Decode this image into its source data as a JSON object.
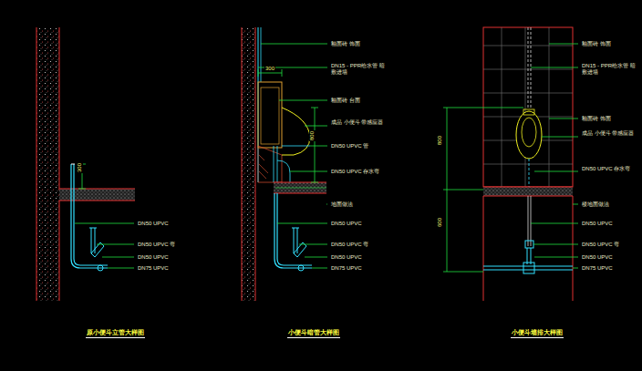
{
  "diagram": {
    "labels": [
      "300",
      "DN50 UPVC",
      "DN50 UPVC 弯",
      "DN50 UPVC",
      "DN75 UPVC",
      "釉面砖 饰面",
      "DN15 - PPR给水管 暗敷进墙",
      "300",
      "釉面砖 台面",
      "成品 小便斗 带感应器",
      "800",
      "DN50 UPVC 管",
      "DN50 UPVC 存水弯",
      "地面做法",
      "DN50 UPVC",
      "DN50 UPVC 弯",
      "DN50 UPVC",
      "DN75 UPVC",
      "釉面砖 饰面",
      "DN15 - PPR给水管 暗敷进墙",
      "釉面砖 饰面",
      "成品 小便斗 带感应器",
      "800",
      "600",
      "DN50 UPVC 存水弯",
      "楼地面做法",
      "DN50 UPVC",
      "DN50 UPVC 弯",
      "DN50 UPVC",
      "DN75 UPVC",
      "原小便斗立管大样图",
      "小便斗暗管大样图",
      "小便斗墙排大样图"
    ]
  }
}
